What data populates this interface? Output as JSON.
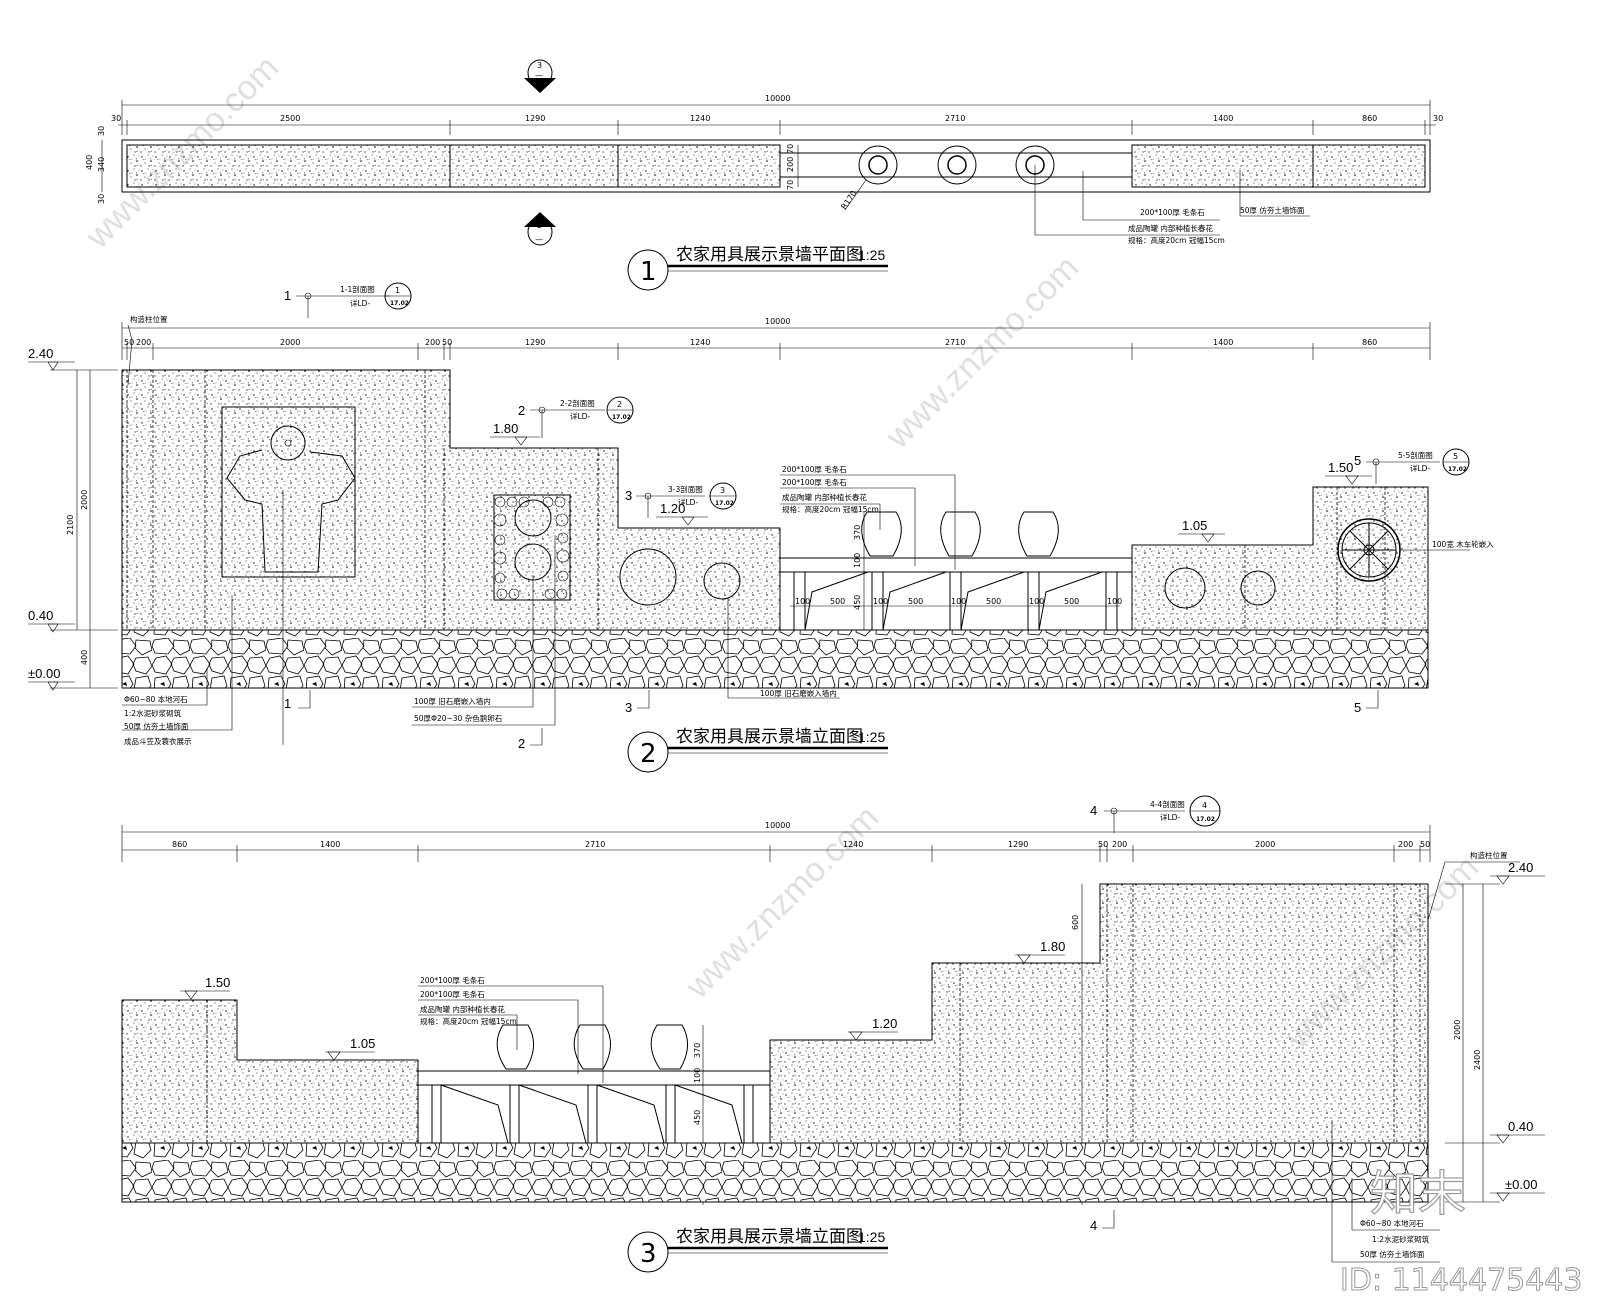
{
  "plan": {
    "title": "农家用具展示景墙平面图",
    "scale": "1:25",
    "index": "1",
    "total_dim": "10000",
    "dims": [
      "30",
      "2500",
      "1290",
      "1240",
      "2710",
      "1400",
      "860",
      "30"
    ],
    "side_dims": [
      "30",
      "400",
      "340",
      "30",
      "70",
      "200",
      "70"
    ],
    "radius_label": "R170",
    "section_markers": [
      {
        "num": "3",
        "sheet": "—"
      },
      {
        "num": "2",
        "sheet": "—"
      }
    ],
    "notes": [
      "200*100厚 毛条石",
      "成品陶罐 内部种植长春花",
      "规格：高度20cm 冠幅15cm",
      "50厚 仿夯土墙饰面"
    ]
  },
  "elev2": {
    "title": "农家用具展示景墙立面图",
    "scale": "1:25",
    "index": "2",
    "total_dim": "10000",
    "dims": [
      "50",
      "200",
      "2000",
      "200",
      "50",
      "1290",
      "1240",
      "2710",
      "1400",
      "860"
    ],
    "levels": [
      "2.40",
      "0.40",
      "±0.00",
      "1.80",
      "1.20",
      "1.05",
      "1.50"
    ],
    "vert_dims": [
      "2100",
      "2000",
      "400",
      "370",
      "100",
      "450"
    ],
    "bench_dims": [
      "100",
      "500",
      "100",
      "500",
      "100",
      "500",
      "100",
      "500",
      "100"
    ],
    "column_note": "构造柱位置",
    "section_refs": [
      {
        "num": "1",
        "label": "1-1剖面图",
        "detail": "详LD-",
        "sheet": "17.02"
      },
      {
        "num": "2",
        "label": "2-2剖面图",
        "detail": "详LD-",
        "sheet": "17.02"
      },
      {
        "num": "3",
        "label": "3-3剖面图",
        "detail": "详LD-",
        "sheet": "17.02"
      },
      {
        "num": "5",
        "label": "5-5剖面图",
        "detail": "详LD-",
        "sheet": "17.02"
      }
    ],
    "cut_labels": [
      "1",
      "2",
      "3",
      "5"
    ],
    "notes_left": [
      "Φ60~80 本地河石",
      "1:2水泥砂浆砌筑",
      "50厚 仿夯土墙饰面",
      "成品斗笠及蓑衣展示"
    ],
    "notes_mid": [
      "100厚 旧石磨嵌入墙内",
      "50厚Φ20~30 杂色鹅卵石"
    ],
    "note_mill": "100厚 旧石磨嵌入墙内",
    "notes_bench": [
      "200*100厚 毛条石",
      "200*100厚 毛条石",
      "成品陶罐 内部种植长春花",
      "规格：高度20cm 冠幅15cm"
    ],
    "note_wheel": "100宽 木车轮嵌入"
  },
  "elev3": {
    "title": "农家用具展示景墙立面图",
    "scale": "1:25",
    "index": "3",
    "total_dim": "10000",
    "dims": [
      "860",
      "1400",
      "2710",
      "1240",
      "1290",
      "50",
      "200",
      "2000",
      "200",
      "50"
    ],
    "levels": [
      "1.50",
      "1.05",
      "1.20",
      "1.80",
      "2.40",
      "0.40",
      "±0.00"
    ],
    "vert_dims": [
      "600",
      "2000",
      "2400",
      "370",
      "100",
      "450"
    ],
    "column_note": "构造柱位置",
    "section_ref": {
      "num": "4",
      "label": "4-4剖面图",
      "detail": "详LD-",
      "sheet": "17.02"
    },
    "cut_label": "4",
    "notes_bench": [
      "200*100厚 毛条石",
      "200*100厚 毛条石",
      "成品陶罐 内部种植长春花",
      "规格：高度20cm 冠幅15cm"
    ],
    "notes_right": [
      "Φ60~80 本地河石",
      "1:2水泥砂浆砌筑",
      "50厚 仿夯土墙饰面"
    ]
  },
  "watermark": {
    "brand": "知末",
    "site": "www.znzmo.com",
    "id": "ID: 1144475443"
  }
}
